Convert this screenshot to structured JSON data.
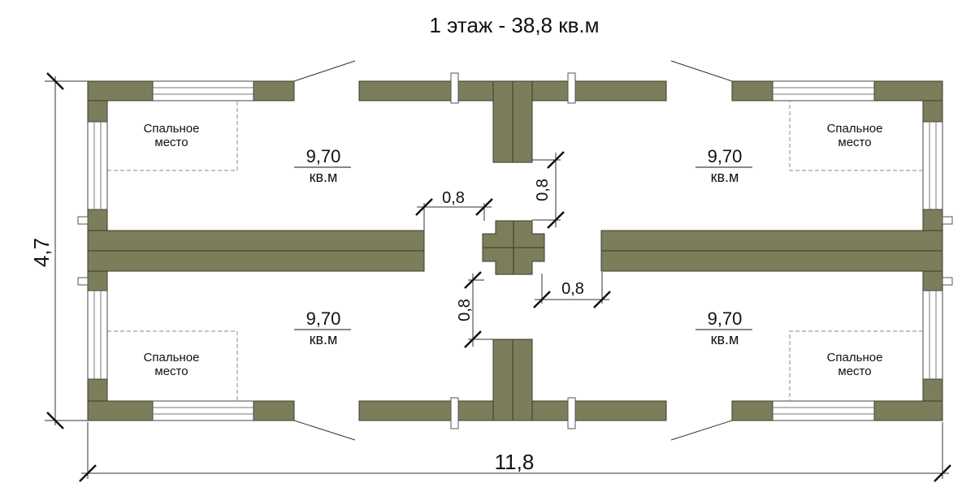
{
  "title": "1 этаж - 38,8 кв.м",
  "rooms": [
    {
      "area": "9,70",
      "unit": "кв.м",
      "bed_line1": "Спальное",
      "bed_line2": "место"
    },
    {
      "area": "9,70",
      "unit": "кв.м",
      "bed_line1": "Спальное",
      "bed_line2": "место"
    },
    {
      "area": "9,70",
      "unit": "кв.м",
      "bed_line1": "Спальное",
      "bed_line2": "место"
    },
    {
      "area": "9,70",
      "unit": "кв.м",
      "bed_line1": "Спальное",
      "bed_line2": "место"
    }
  ],
  "dimensions": {
    "overall_width": "11,8",
    "overall_depth": "4,7",
    "gap_top_left": "0,8",
    "gap_top_right": "0,8",
    "gap_bottom_left": "0,8",
    "gap_bottom_right": "0,8"
  },
  "colors": {
    "wall": "#7c7d5a",
    "wall_stroke": "#3a3a2a",
    "line": "#333333",
    "dashed": "#888888"
  }
}
